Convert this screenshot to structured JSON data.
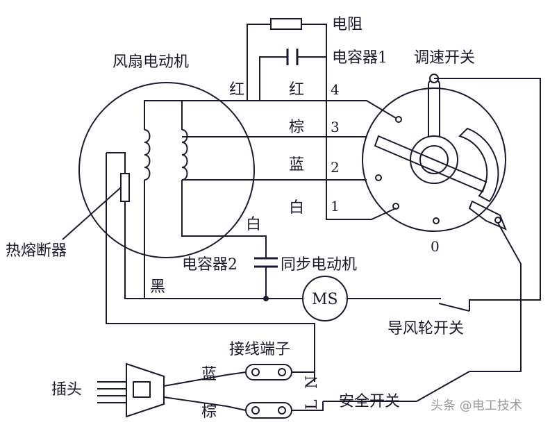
{
  "labels": {
    "resistor": "电阻",
    "capacitor1": "电容器1",
    "speed_switch": "调速开关",
    "fan_motor": "风扇电动机",
    "thermal_fuse": "热熔断器",
    "capacitor2": "电容器2",
    "sync_motor": "同步电动机",
    "motor_symbol": "MS",
    "louver_switch": "导风轮开关",
    "terminal_block": "接线端子",
    "plug": "插头",
    "safety_switch": "安全开关",
    "wire_red_outer": "红",
    "wire_red": "红",
    "wire_brown": "棕",
    "wire_blue": "蓝",
    "wire_white": "白",
    "wire_white_cap": "白",
    "wire_black": "黑",
    "plug_blue": "蓝",
    "plug_brown": "棕",
    "pin_n": "N",
    "pin_l": "L",
    "pos4": "4",
    "pos3": "3",
    "pos2": "2",
    "pos1": "1",
    "pos0": "0",
    "watermark": "头条 @电工技术"
  },
  "colors": {
    "line": "#1a1a2e",
    "background": "#ffffff"
  }
}
